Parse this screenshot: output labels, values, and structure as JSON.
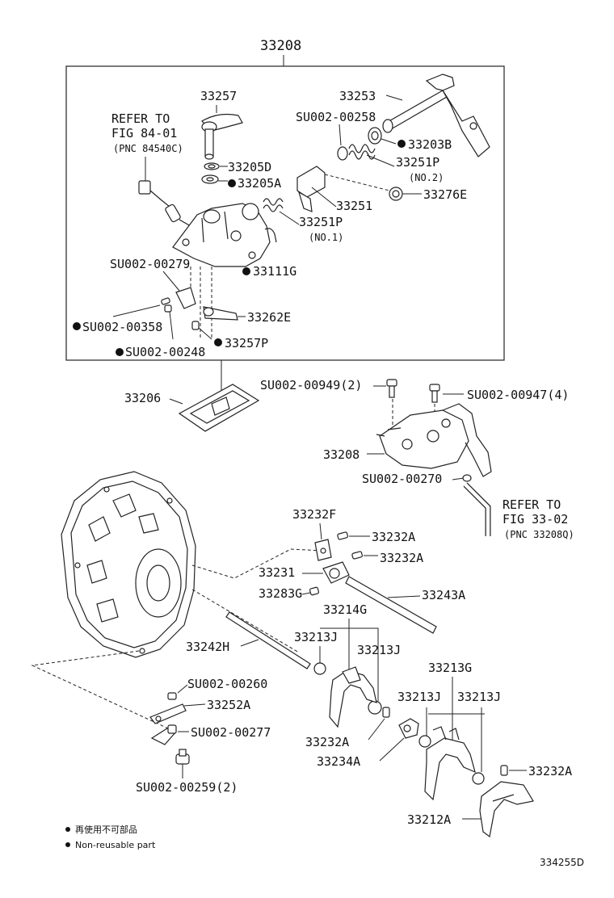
{
  "header": {
    "assembly": "33208"
  },
  "refs": {
    "ref1": {
      "line1": "REFER TO",
      "line2": "FIG 84-01",
      "line3": "(PNC 84540C)"
    },
    "ref2": {
      "line1": "REFER TO",
      "line2": "FIG 33-02",
      "line3": "(PNC 33208Q)"
    }
  },
  "labels": {
    "p33257": "33257",
    "p33253": "33253",
    "su00258": "SU002-00258",
    "p33203B": "33203B",
    "p33205D": "33205D",
    "p33205A": "33205A",
    "p33251P2": "33251P",
    "no2": "(NO.2)",
    "p33251": "33251",
    "p33276E": "33276E",
    "p33251P1": "33251P",
    "no1": "(NO.1)",
    "su00279": "SU002-00279",
    "p33111G": "33111G",
    "p33262E": "33262E",
    "su00358": "SU002-00358",
    "su00248": "SU002-00248",
    "p33257P": "33257P",
    "p33206": "33206",
    "su00949": "SU002-00949(2)",
    "su00947": "SU002-00947(4)",
    "p33208b": "33208",
    "su00270": "SU002-00270",
    "p33232F": "33232F",
    "p33232A1": "33232A",
    "p33232A2": "33232A",
    "p33231": "33231",
    "p33283G": "33283G",
    "p33243A": "33243A",
    "p33214G": "33214G",
    "p33213J1": "33213J",
    "p33213J2": "33213J",
    "p33242H": "33242H",
    "su00260": "SU002-00260",
    "p33252A": "33252A",
    "su00277": "SU002-00277",
    "su00259": "SU002-00259(2)",
    "p33213G": "33213G",
    "p33213J3": "33213J",
    "p33213J4": "33213J",
    "p33232A3": "33232A",
    "p33234A": "33234A",
    "p33232A4": "33232A",
    "p33212A": "33212A"
  },
  "legend": {
    "line_jp": "再使用不可部品",
    "line_en": "Non-reusable part"
  },
  "footer": {
    "code": "334255D"
  }
}
